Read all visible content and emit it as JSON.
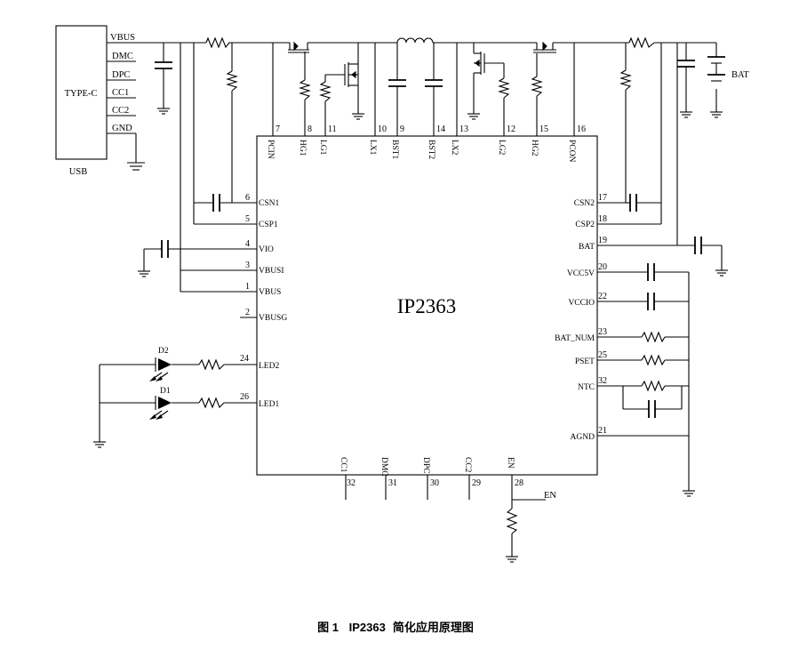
{
  "chip": {
    "name": "IP2363"
  },
  "connector": {
    "name": "TYPE-C",
    "label": "USB",
    "pins": [
      "VBUS",
      "DMC",
      "DPC",
      "CC1",
      "CC2",
      "GND"
    ]
  },
  "battery": {
    "label": "BAT"
  },
  "top_pins": [
    {
      "num": "7",
      "name": "PCIN"
    },
    {
      "num": "8",
      "name": "HG1"
    },
    {
      "num": "11",
      "name": "LG1"
    },
    {
      "num": "10",
      "name": "LX1"
    },
    {
      "num": "9",
      "name": "BST1"
    },
    {
      "num": "14",
      "name": "BST2"
    },
    {
      "num": "13",
      "name": "LX2"
    },
    {
      "num": "12",
      "name": "LG2"
    },
    {
      "num": "15",
      "name": "HG2"
    },
    {
      "num": "16",
      "name": "PCON"
    }
  ],
  "left_pins": [
    {
      "num": "6",
      "name": "CSN1"
    },
    {
      "num": "5",
      "name": "CSP1"
    },
    {
      "num": "4",
      "name": "VIO"
    },
    {
      "num": "3",
      "name": "VBUSI"
    },
    {
      "num": "1",
      "name": "VBUS"
    },
    {
      "num": "2",
      "name": "VBUSG"
    },
    {
      "num": "24",
      "name": "LED2"
    },
    {
      "num": "26",
      "name": "LED1"
    }
  ],
  "right_pins": [
    {
      "num": "17",
      "name": "CSN2"
    },
    {
      "num": "18",
      "name": "CSP2"
    },
    {
      "num": "19",
      "name": "BAT"
    },
    {
      "num": "20",
      "name": "VCC5V"
    },
    {
      "num": "22",
      "name": "VCCIO"
    },
    {
      "num": "23",
      "name": "BAT_NUM"
    },
    {
      "num": "25",
      "name": "PSET"
    },
    {
      "num": "32",
      "name": "NTC"
    },
    {
      "num": "21",
      "name": "AGND"
    }
  ],
  "bottom_pins": [
    {
      "num": "32",
      "name": "CC1"
    },
    {
      "num": "31",
      "name": "DMC"
    },
    {
      "num": "30",
      "name": "DPC"
    },
    {
      "num": "29",
      "name": "CC2"
    },
    {
      "num": "28",
      "name": "EN"
    }
  ],
  "en_label": "EN",
  "leds": [
    {
      "name": "D2"
    },
    {
      "name": "D1"
    }
  ],
  "caption": {
    "fig": "图 1",
    "chip": "IP2363",
    "text": "简化应用原理图"
  }
}
